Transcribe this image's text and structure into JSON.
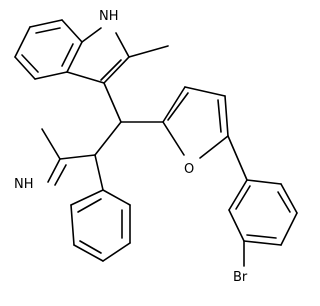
{
  "molecule": {
    "atom_labels": {
      "nh_top": "NH",
      "nh_bottom": "NH",
      "furan_o": "O",
      "bromine": "Br"
    }
  }
}
